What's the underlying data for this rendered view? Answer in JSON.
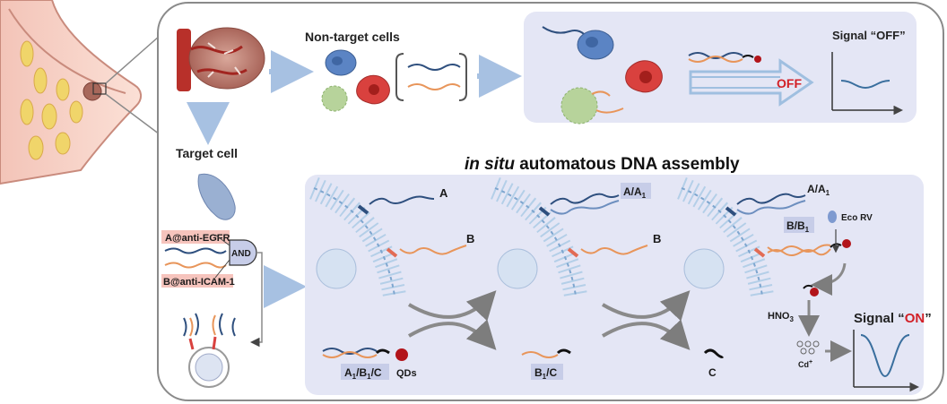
{
  "labels": {
    "non_target_cells": "Non-target cells",
    "target_cell": "Target cell",
    "signal_off": "Signal “OFF”",
    "off_badge": "OFF",
    "assembly_title_italic": "in situ",
    "assembly_title_rest": " automatous DNA assembly",
    "a_anti_egfr": "A@anti-EGFR",
    "b_anti_icam": "B@anti-ICAM-1",
    "and_gate": "AND",
    "strand_a": "A",
    "strand_b_1": "B",
    "strand_b_2": "B",
    "a_a1_box": "A/A",
    "a_a1_sub": "1",
    "a_a1_plain": "A/A",
    "a_a1_plain_sub": "1",
    "b_b1": "B/B",
    "b_b1_sub": "1",
    "eco_rv": "Eco RV",
    "a1b1c_part1": "A",
    "a1b1c_sub1": "1",
    "a1b1c_part2": "/B",
    "a1b1c_sub2": "1",
    "a1b1c_part3": "/C",
    "qds": "QDs",
    "b1c_part1": "B",
    "b1c_sub": "1",
    "b1c_part2": "/C",
    "c_label": "C",
    "hno3": "HNO",
    "hno3_sub": "3",
    "cd_ion": "Cd",
    "cd_sup": "+",
    "signal_on_prefix": "Signal “",
    "signal_on_word": "ON",
    "signal_on_suffix": "”"
  },
  "colors": {
    "panel_border": "#8a8a8a",
    "panel_fill": "#e4e6f5",
    "arrow_light_blue": "#a7c1e2",
    "arrow_grey": "#7d7d7d",
    "strand_blue": "#2e4f7e",
    "strand_orange": "#e8955a",
    "signal_blue": "#3a6f9e",
    "qd_red": "#b2141a",
    "tag_box": "#c7cde8",
    "pink_box": "#f6c4bd",
    "on_red": "#d21f26"
  }
}
